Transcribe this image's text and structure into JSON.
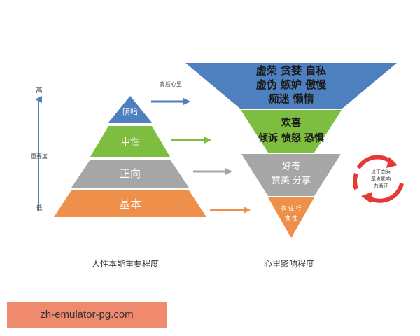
{
  "axis": {
    "top_label": "高",
    "middle_label": "重要度",
    "bottom_label": "低"
  },
  "arrow_note": "背后心里",
  "pyramid": {
    "caption": "人性本能重要程度",
    "levels": [
      {
        "label": "阴暗",
        "color": "#4e7fbf"
      },
      {
        "label": "中性",
        "color": "#7dbd3f"
      },
      {
        "label": "正向",
        "color": "#a6a6a6"
      },
      {
        "label": "基本",
        "color": "#ee8f4a"
      }
    ]
  },
  "inverted": {
    "caption": "心里影响程度",
    "levels": [
      {
        "lines": [
          "虚荣  贪婪  自私",
          "虚伪  嫉妒  傲慢",
          "痴迷  懒惰"
        ],
        "color": "#4e7fbf",
        "text_color": "#1a1a1a"
      },
      {
        "lines": [
          "欢喜",
          "倾诉  愤怒  恐惧"
        ],
        "color": "#7dbd3f",
        "text_color": "#1a1a1a"
      },
      {
        "lines": [
          "好奇",
          "赞美  分享"
        ],
        "color": "#a6a6a6",
        "text_color": "#ffffff"
      },
      {
        "lines": [
          "衣 住 行",
          "食 性"
        ],
        "color": "#ee8f4a",
        "text_color": "#ffffff"
      }
    ]
  },
  "arrow_colors": [
    "#4e7fbf",
    "#7dbd3f",
    "#a6a6a6",
    "#ee8f4a"
  ],
  "cycle": {
    "lines": [
      "以正向为",
      "基点影响",
      "力循环"
    ],
    "color": "#e53935"
  },
  "watermark": "zh-emulator-pg.com"
}
